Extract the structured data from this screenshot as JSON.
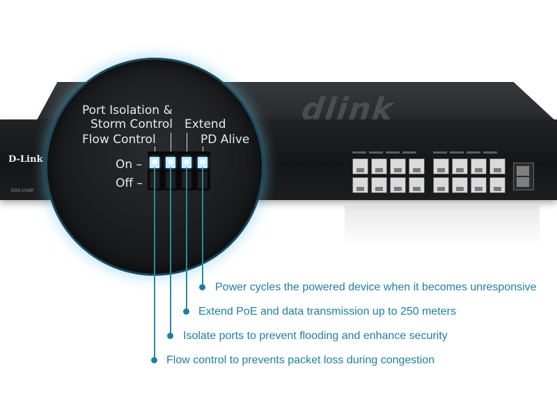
{
  "switch": {
    "brand_front": "D-Link",
    "brand_top": "dlink",
    "model": "DGS-1018P"
  },
  "magnifier": {
    "labels": {
      "port_isolation": "Port Isolation &",
      "storm_control": "Storm Control",
      "flow_control": "Flow Control",
      "extend": "Extend",
      "pd_alive": "PD Alive",
      "on": "On",
      "off": "Off"
    }
  },
  "callouts": [
    {
      "text": "Power cycles the powered device when it becomes unresponsive"
    },
    {
      "text": "Extend PoE and data transmission up to 250 meters"
    },
    {
      "text": "Isolate ports to prevent flooding and enhance security"
    },
    {
      "text": "Flow control to prevents packet loss during congestion"
    }
  ],
  "colors": {
    "accent": "#1d7ea3",
    "glow": "#6ec8e6",
    "dip_switch": "#c9ecff"
  }
}
